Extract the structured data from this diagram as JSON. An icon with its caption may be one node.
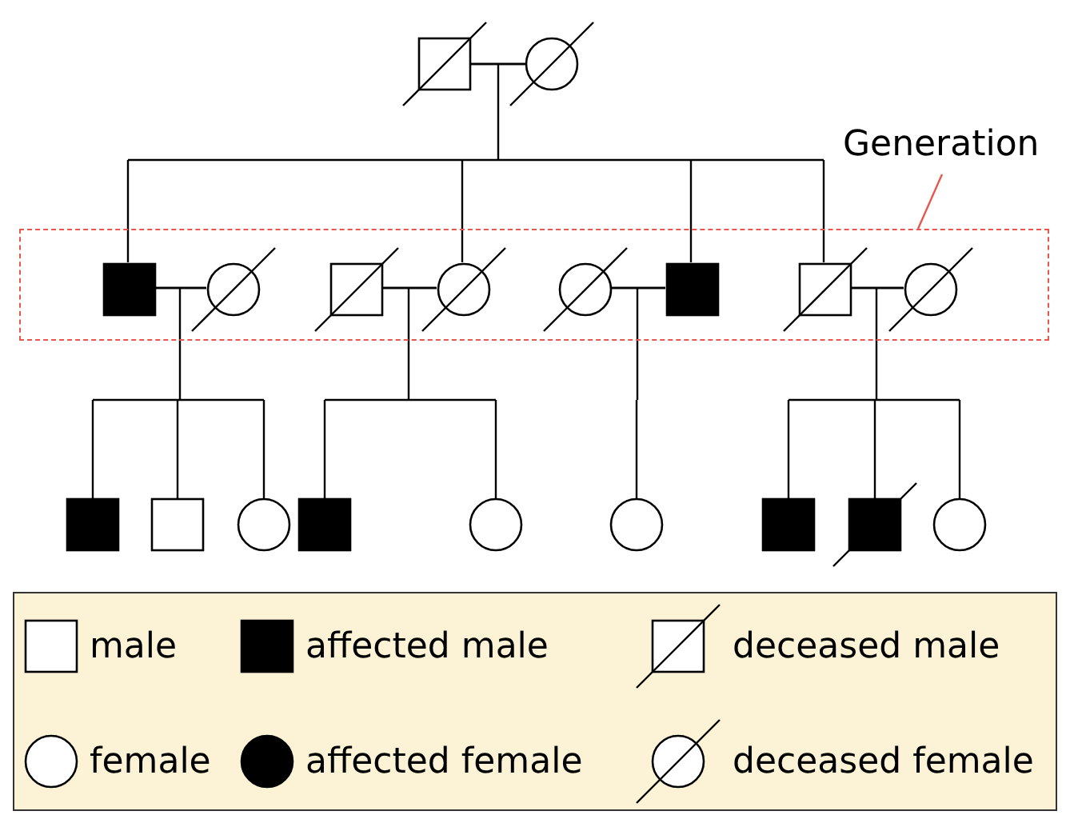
{
  "diagram": {
    "nodes": [
      {
        "text": [],
        "shape": "slashed-box"
      },
      {
        "text": [],
        "shape": "slashed-circle"
      },
      {
        "text": [
          "Generation"
        ]
      },
      {
        "text": [],
        "shape": "box"
      },
      {
        "text": [],
        "shape": "filled-box",
        "in": 3
      },
      {
        "text": [],
        "shape": "slashed-circle",
        "in": 3
      },
      {
        "text": [],
        "shape": "slashed-box",
        "in": 3
      },
      {
        "text": [],
        "shape": "slashed-circle",
        "in": 3
      },
      {
        "text": [],
        "shape": "slashed-circle",
        "in": 3
      },
      {
        "text": [],
        "shape": "filled-box",
        "in": 3
      },
      {
        "text": [],
        "shape": "slashed-box",
        "in": 3
      },
      {
        "text": [],
        "shape": "slashed-circle",
        "in": 3
      },
      {
        "text": [],
        "shape": "filled-box"
      },
      {
        "text": [],
        "shape": "box"
      },
      {
        "text": [],
        "shape": "circle"
      },
      {
        "text": [],
        "shape": "filled-box"
      },
      {
        "text": [],
        "shape": "circle"
      },
      {
        "text": [],
        "shape": "circle"
      },
      {
        "text": [],
        "shape": "filled-box"
      },
      {
        "text": [],
        "shape": "slashed-filled-box"
      },
      {
        "text": [],
        "shape": "circle"
      }
    ],
    "edges": [
      {
        "from": 0,
        "to": 1,
        "arrow": "none"
      },
      {
        "from": 0,
        "to": 4,
        "arrow": "none"
      },
      {
        "from": 1,
        "to": 4,
        "arrow": "none"
      },
      {
        "from": 0,
        "to": 7,
        "arrow": "none"
      },
      {
        "from": 1,
        "to": 7,
        "arrow": "none"
      },
      {
        "from": 0,
        "to": 9,
        "arrow": "none"
      },
      {
        "from": 1,
        "to": 9,
        "arrow": "none"
      },
      {
        "from": 0,
        "to": 10,
        "arrow": "none"
      },
      {
        "from": 1,
        "to": 10,
        "arrow": "none"
      },
      {
        "from": 2,
        "to": 3,
        "arrow": "none",
        "color": "#e8574d"
      },
      {
        "from": 4,
        "to": 5,
        "arrow": "none"
      },
      {
        "from": 6,
        "to": 7,
        "arrow": "none"
      },
      {
        "from": 8,
        "to": 9,
        "arrow": "none"
      },
      {
        "from": 10,
        "to": 11,
        "arrow": "none"
      },
      {
        "from": 4,
        "to": 12,
        "arrow": "none"
      },
      {
        "from": 5,
        "to": 12,
        "arrow": "none"
      },
      {
        "from": 4,
        "to": 13,
        "arrow": "none"
      },
      {
        "from": 5,
        "to": 13,
        "arrow": "none"
      },
      {
        "from": 4,
        "to": 14,
        "arrow": "none"
      },
      {
        "from": 5,
        "to": 14,
        "arrow": "none"
      },
      {
        "from": 6,
        "to": 15,
        "arrow": "none"
      },
      {
        "from": 7,
        "to": 15,
        "arrow": "none"
      },
      {
        "from": 6,
        "to": 16,
        "arrow": "none"
      },
      {
        "from": 7,
        "to": 16,
        "arrow": "none"
      },
      {
        "from": 8,
        "to": 17,
        "arrow": "none"
      },
      {
        "from": 9,
        "to": 17,
        "arrow": "none"
      },
      {
        "from": 10,
        "to": 18,
        "arrow": "none"
      },
      {
        "from": 11,
        "to": 18,
        "arrow": "none"
      },
      {
        "from": 10,
        "to": 19,
        "arrow": "none"
      },
      {
        "from": 11,
        "to": 19,
        "arrow": "none"
      },
      {
        "from": 10,
        "to": 20,
        "arrow": "none"
      },
      {
        "from": 11,
        "to": 20,
        "arrow": "none"
      }
    ],
    "legend": [
      {
        "text": "male"
      },
      {
        "text": "affected male"
      },
      {
        "text": "deceased male"
      },
      {
        "text": "female"
      },
      {
        "text": "affected female"
      },
      {
        "text": "deceased female"
      }
    ]
  }
}
